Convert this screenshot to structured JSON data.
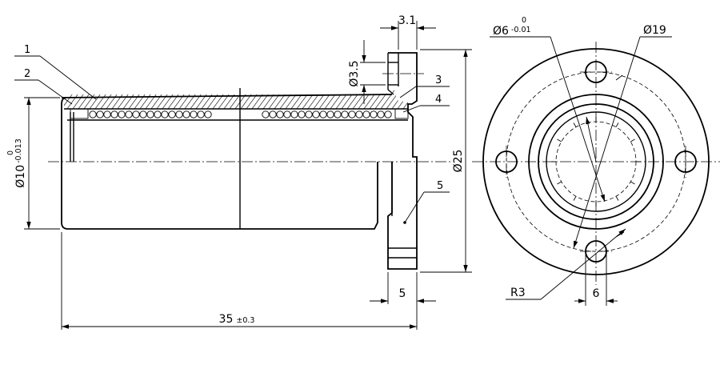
{
  "part_labels": [
    "1",
    "2",
    "3",
    "4",
    "5"
  ],
  "dimensions": {
    "d_bore": {
      "symbol": "Ø",
      "value": "10",
      "tol_upper": "0",
      "tol_lower": "-0.013"
    },
    "d_hole": "Ø3.5",
    "flange_offset": "3.1",
    "d_flange": "Ø25",
    "flange_thickness": "5",
    "length": {
      "value": "35",
      "tol": "±0.3"
    },
    "d_inner": {
      "symbol": "Ø",
      "value": "6",
      "tol_upper": "0",
      "tol_lower": "-0.01"
    },
    "d_bolt_circle": "Ø19",
    "radius": "R3",
    "hole_spacing": "6"
  }
}
